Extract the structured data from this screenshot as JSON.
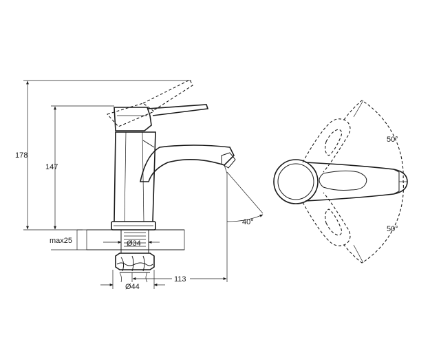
{
  "dimensions": {
    "total_height": "178",
    "body_height": "147",
    "max_deck_thickness": "max25",
    "thread_diameter": "Ø34",
    "base_diameter": "Ø44",
    "spout_reach": "113",
    "spout_angle": "40°",
    "handle_rotation_top": "50°",
    "handle_rotation_bottom": "50°"
  },
  "colors": {
    "line": "#1a1a1a",
    "background": "#ffffff"
  }
}
